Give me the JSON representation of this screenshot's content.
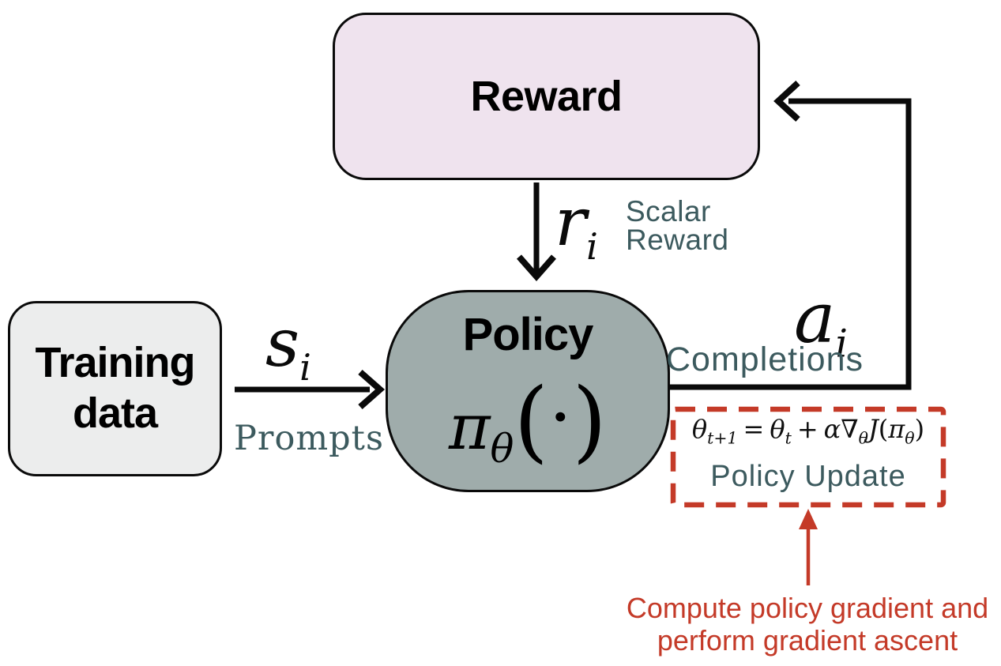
{
  "colors": {
    "black": "#0a0a0a",
    "teal": "#3C5A5E",
    "red": "#C43A28",
    "reward_fill": "#EFE3EE",
    "training_fill": "#ECEDED",
    "policy_fill": "#9FACAB"
  },
  "nodes": {
    "reward": {
      "label": "Reward"
    },
    "training_data": {
      "line1": "Training",
      "line2": "data"
    },
    "policy": {
      "label": "Policy",
      "pi": "π",
      "theta_sub": "θ",
      "lparen": "(",
      "cdot": "·",
      "rparen": ")"
    }
  },
  "flows": {
    "prompts": {
      "symbol": "s",
      "subscript": "i",
      "label": "Prompts"
    },
    "scalar_reward": {
      "symbol": "r",
      "subscript": "i",
      "label_line1": "Scalar",
      "label_line2": "Reward"
    },
    "completions": {
      "symbol": "a",
      "subscript": "i",
      "label": "Completions"
    }
  },
  "policy_update": {
    "formula_text": "θ_{t+1} = θ_t + α∇_θJ(π_θ)",
    "formula": {
      "theta1": "θ",
      "sub1": "t+1",
      "eq": "=",
      "theta2": "θ",
      "sub2": "t",
      "plus": "+",
      "alpha": "α",
      "nabla": "∇",
      "sub3": "θ",
      "J": "J",
      "lparen": "(",
      "pi": "π",
      "sub4": "θ",
      "rparen": ")"
    },
    "label": "Policy Update",
    "annotation_line1": "Compute policy gradient and",
    "annotation_line2": "perform gradient ascent"
  }
}
